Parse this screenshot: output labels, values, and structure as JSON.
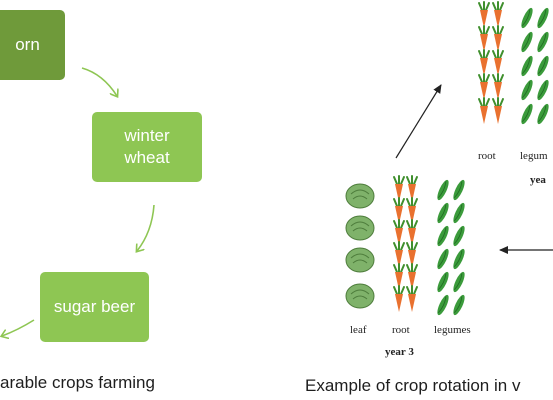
{
  "left_cycle": {
    "corn": "orn",
    "winter_wheat_line1": "winter",
    "winter_wheat_line2": "wheat",
    "sugar_beet": "sugar beer",
    "caption": "arable crops farming"
  },
  "right_rotation": {
    "year3_labels": {
      "leaf": "leaf",
      "root": "root",
      "legumes": "legumes"
    },
    "year3_title": "year 3",
    "top_labels": {
      "root": "root",
      "legumes": "legum"
    },
    "top_year": "yea",
    "caption": "Example of crop rotation in v"
  },
  "colors": {
    "box_dark": "#6f9a3a",
    "box_light": "#8ec653",
    "arrow_green": "#8ec653",
    "carrot": "#e9712f",
    "leaf_green": "#3f8f2d",
    "legume": "#3b9b3b",
    "cabbage": "#7fb26a"
  },
  "icons": [
    "carrot-icon",
    "pea-pod-icon",
    "cabbage-icon",
    "arrow-up-right-icon",
    "arrow-left-icon"
  ]
}
